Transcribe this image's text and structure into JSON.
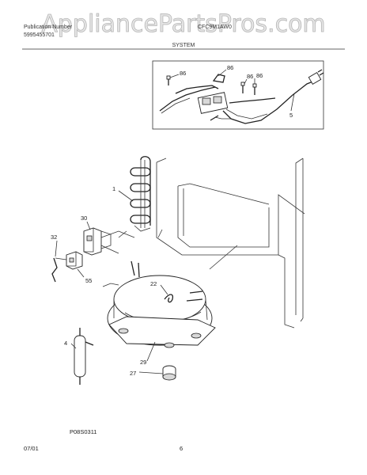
{
  "watermark": "AppliancePartsPros.com",
  "header": {
    "left_line1": "Publication Number",
    "left_line2": "5995455701",
    "center": "CFC9M1AW0",
    "section": "SYSTEM"
  },
  "inset_callouts": {
    "c86a": "86",
    "c86b": "86",
    "c86c": "86",
    "c86d": "86",
    "c5": "5"
  },
  "callouts": {
    "c1": "1",
    "c30": "30",
    "c32": "32",
    "c55": "55",
    "c22": "22",
    "c4": "4",
    "c29": "29",
    "c27": "27"
  },
  "drawing_code": "P08S0311",
  "footer": {
    "date": "07/01",
    "page": "6"
  }
}
